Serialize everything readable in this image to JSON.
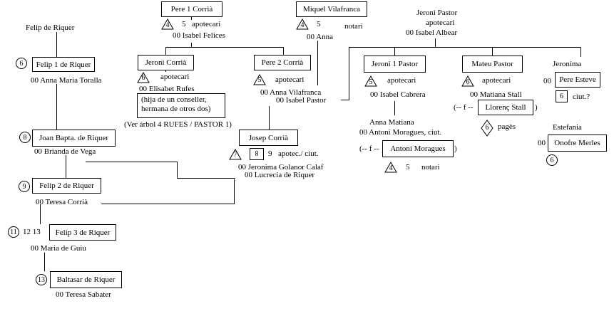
{
  "left_column": {
    "label_felip_de_riquer": "Felip de Riquer",
    "n1": {
      "marker": "6",
      "name": "Felip 1 de Riquer",
      "marriage": "00  Anna Maria Toralla"
    },
    "n2": {
      "marker": "8",
      "name": "Joan Bapta. de Riquer",
      "marriage": "00  Brianda de Vega"
    },
    "n3": {
      "marker": "9",
      "name": "Felip 2 de Riquer",
      "marriage": "00    Teresa Corrià"
    },
    "n4": {
      "marker": "11",
      "extra": "12  13",
      "name": "Felip 3 de Riquer",
      "marriage": "00 Maria de Guiu"
    },
    "n5": {
      "marker": "13",
      "name": "Baltasar de Riquer",
      "marriage": "00 Teresa Sabater"
    }
  },
  "corria": {
    "pere1": {
      "name": "Pere 1 Corrià",
      "tri": "4",
      "num": "5",
      "role": "apotecari",
      "marriage": "00 Isabel Felices"
    },
    "jeroni": {
      "name": "Jeroni Corrià",
      "tri": "6",
      "role": "apotecari",
      "marriage": "00  Elisabet Rufes"
    },
    "note_lines": [
      "(hija de un conseller,",
      "hermana de otros dos)"
    ],
    "ref": "(Ver árbol 4  RUFES / PASTOR 1)",
    "pere2": {
      "name": "Pere 2 Corrià",
      "tri": "5",
      "role": "apotecari",
      "marriage1": "00   Anna Vilafranca",
      "marriage2": "00    Isabel Pastor"
    },
    "josep": {
      "name": "Josep Corrià",
      "tri": "7",
      "sq": "8",
      "num": "9",
      "role": "apotec./ ciut.",
      "marriage1": "00 Jeronima Golanor Calaf",
      "marriage2": "00 Lucrecia de Riquer"
    }
  },
  "vilafranca": {
    "name": "Miquel Vilafranca",
    "tri": "4",
    "num": "5",
    "role": "notari",
    "marriage": "00   Anna"
  },
  "pastor": {
    "title": "Jeroni Pastor",
    "role": "apotecari",
    "marriage": "00 Isabel Albear",
    "jeroni1": {
      "name": "Jeroni 1 Pastor",
      "tri": "5",
      "role": "apotecari",
      "marriage": "00 Isabel Cabrera"
    },
    "anna_matiana": "Anna Matiana",
    "moragues_marriage": "00   Antoni Moragues, ciut.",
    "moragues_prefix": "(-- f --",
    "moragues_name": "Antoni Moragues",
    "moragues_suffix": ")",
    "moragues_tri": "4",
    "moragues_num": "5",
    "moragues_role": "notari",
    "mateu": {
      "name": "Mateu Pastor",
      "tri": "6",
      "role": "apotecari",
      "marriage": "00 Matiana Stall"
    },
    "stall_prefix": "(-- f --",
    "stall_name": "Llorenç Stall",
    "stall_suffix": ")",
    "stall_diamond": "6",
    "stall_role": "pagès",
    "jeronima": "Jeronima",
    "esteve_prefix": "00",
    "esteve_name": "Pere Esteve",
    "esteve_sq": "6",
    "esteve_role": "ciut.?",
    "estefania": "Estefania",
    "merles_prefix": "00",
    "merles_name": "Onofre Merles",
    "merles_marker": "6"
  }
}
